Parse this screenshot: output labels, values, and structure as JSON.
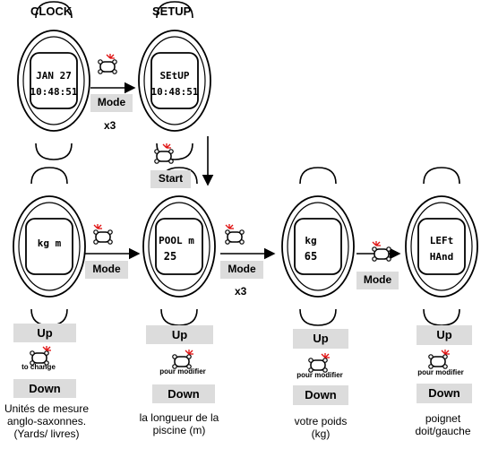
{
  "headings": {
    "clock": "CLOCK",
    "setup": "SETUP"
  },
  "screens": {
    "clock": {
      "line1": "JAN 27",
      "line2": "10:48:51"
    },
    "setup": {
      "line1": "SEtUP",
      "line2": "10:48:51"
    },
    "units": {
      "line1": "kg m",
      "line2": ""
    },
    "pool": {
      "line1": "POOL m",
      "line2": "25"
    },
    "weight": {
      "line1": "kg",
      "line2": "65"
    },
    "wrist": {
      "line1": "LEFt",
      "line2": "HAnd"
    }
  },
  "buttons": {
    "mode": "Mode",
    "start": "Start",
    "up": "Up",
    "down": "Down",
    "times3": "x3",
    "to_change": "to change",
    "pour_modifier": "pour modifier"
  },
  "captions": {
    "units": [
      "Unités de mesure",
      "anglo-saxonnes.",
      "(Yards/ livres)"
    ],
    "pool": [
      "la longueur de la",
      "piscine (m)"
    ],
    "weight": [
      "votre poids",
      "(kg)"
    ],
    "wrist": [
      "poignet",
      "doit/gauche"
    ]
  },
  "colors": {
    "press_indicator": "#e01010",
    "key_background": "#dcdcdc"
  }
}
